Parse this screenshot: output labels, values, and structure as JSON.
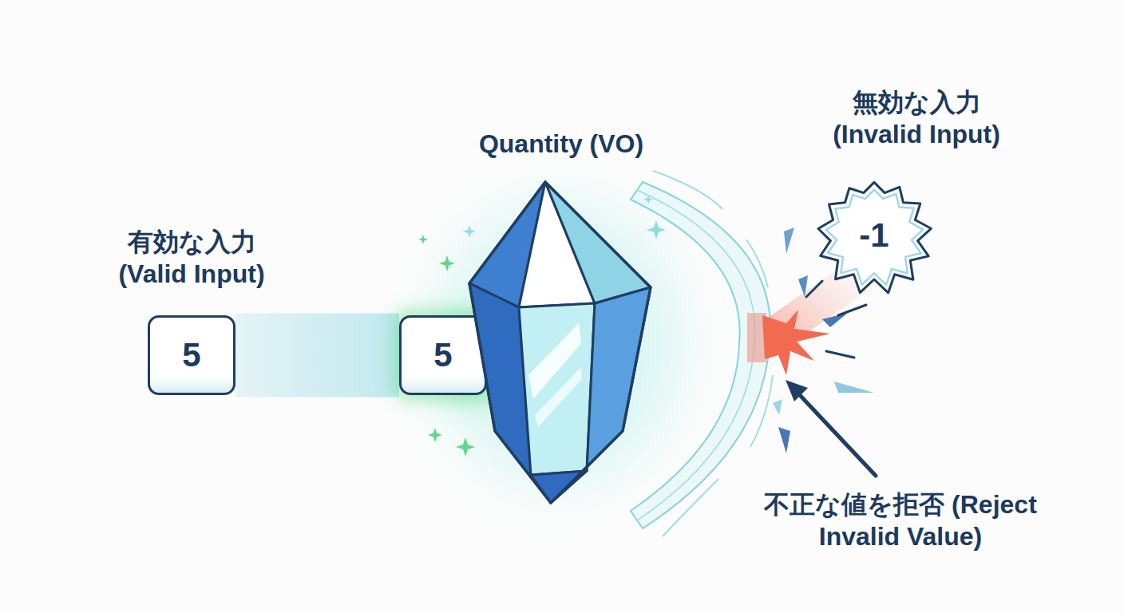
{
  "diagram": {
    "nodes": [
      {
        "text": [
          "有効な入力 (Valid Input)",
          "5"
        ]
      },
      {
        "text": [
          "5"
        ]
      },
      {
        "text": [
          "Quantity (VO)"
        ]
      },
      {
        "text": [
          "無効な入力 (Invalid Input)",
          "-1"
        ]
      }
    ],
    "edges": [
      {
        "from": 0,
        "to": 1,
        "arrow": "none"
      }
    ],
    "labels": [
      "不正な値を拒否 (Reject Invalid Value)"
    ]
  }
}
